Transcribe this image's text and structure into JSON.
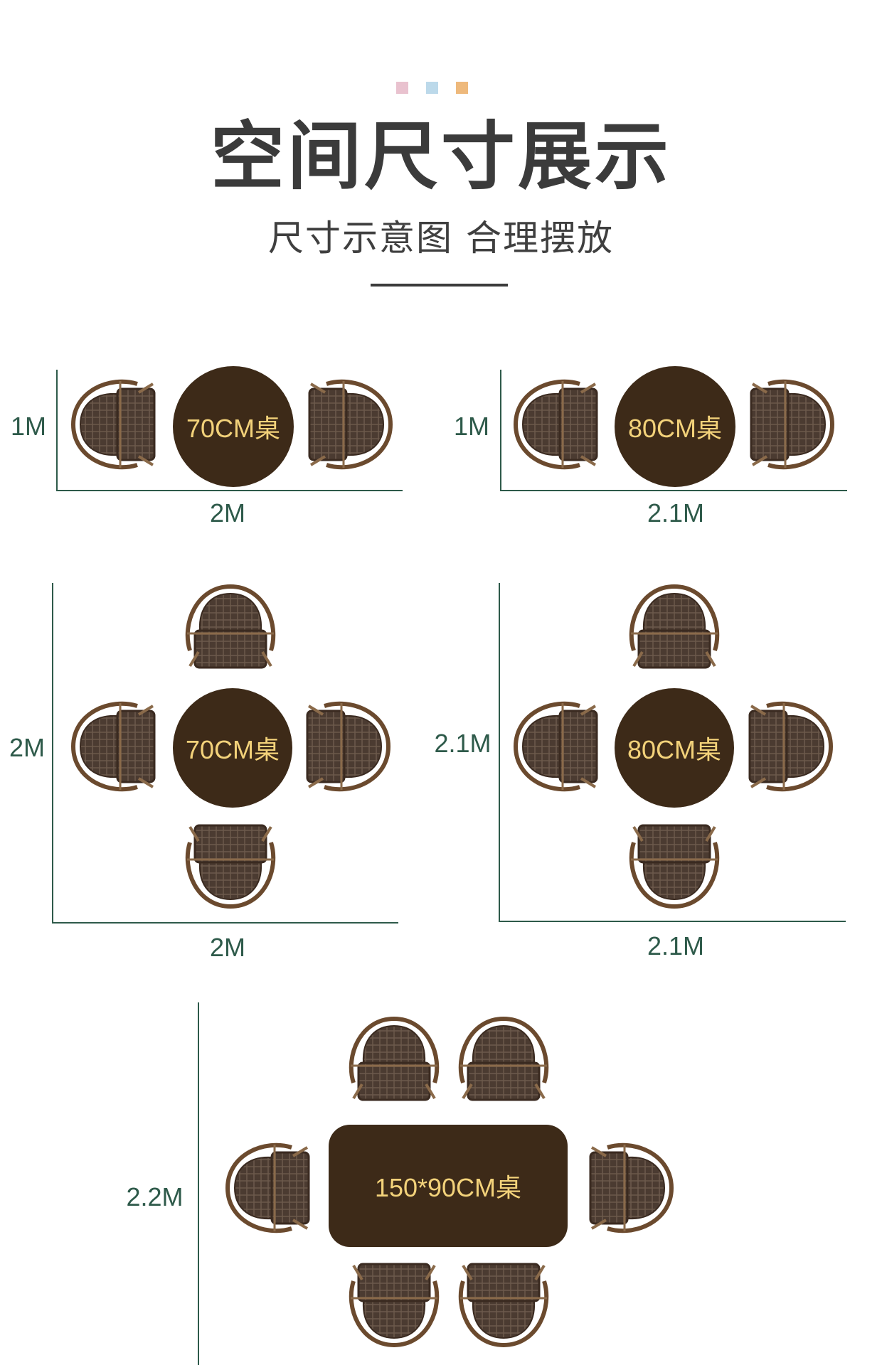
{
  "header": {
    "title": "空间尺寸展示",
    "subtitle": "尺寸示意图 合理摆放",
    "accent_colors": [
      "#e9c2cf",
      "#bcd9ea",
      "#eeb97c"
    ]
  },
  "diagrams": [
    {
      "table_label": "70CM桌",
      "height_label": "1M",
      "width_label": "2M"
    },
    {
      "table_label": "80CM桌",
      "height_label": "1M",
      "width_label": "2.1M"
    },
    {
      "table_label": "70CM桌",
      "height_label": "2M",
      "width_label": "2M"
    },
    {
      "table_label": "80CM桌",
      "height_label": "2.1M",
      "width_label": "2.1M"
    },
    {
      "table_label": "150*90CM桌",
      "height_label": "2.2M"
    }
  ],
  "colors": {
    "table": "#3d2a18",
    "table_text": "#f3d27a",
    "dimension_line": "#2e5a4a",
    "chair_frame": "#6b4a2e",
    "chair_weave": "#4a3a30"
  }
}
